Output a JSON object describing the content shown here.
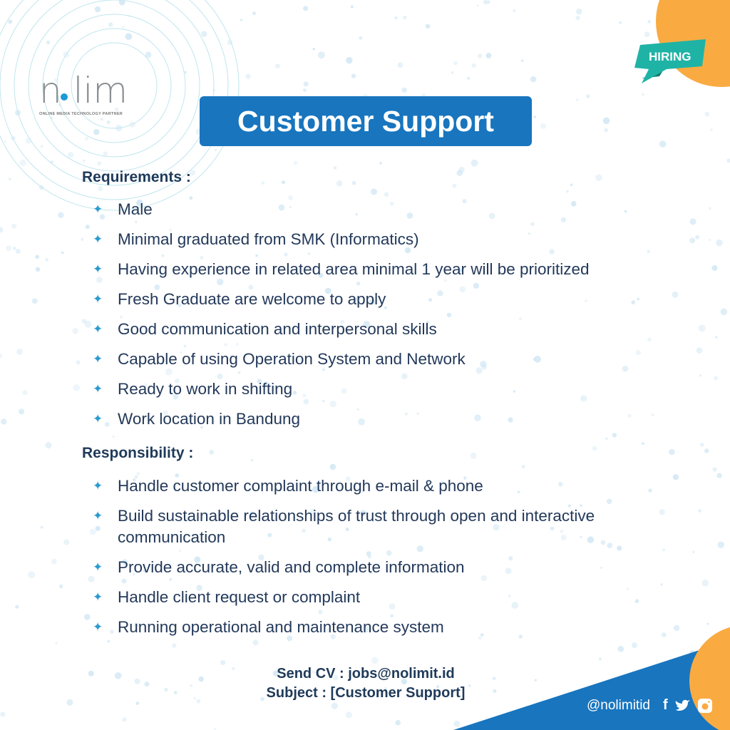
{
  "logo": {
    "word": "nolimit",
    "tagline": "ONLINE MEDIA TECHNOLOGY PARTNER"
  },
  "badge": "HIRING",
  "title": "Customer Support",
  "requirements": {
    "heading": "Requirements :",
    "items": [
      "Male",
      "Minimal graduated from SMK (Informatics)",
      "Having experience in related area minimal 1 year will be prioritized",
      "Fresh Graduate are welcome to apply",
      "Good communication and interpersonal skills",
      "Capable of using Operation System and Network",
      "Ready to work in shifting",
      "Work location in Bandung"
    ]
  },
  "responsibility": {
    "heading": "Responsibility :",
    "items": [
      "Handle customer complaint through e-mail & phone",
      "Build sustainable relationships of trust through open and interactive communication",
      "Provide accurate, valid and complete information",
      "Handle client request or complaint",
      "Running operational and maintenance system"
    ]
  },
  "apply": {
    "send": "Send CV : jobs@nolimit.id",
    "subject": "Subject : [Customer Support]"
  },
  "social": {
    "handle": "@nolimitid",
    "icons": [
      "facebook-icon",
      "twitter-icon",
      "instagram-icon"
    ]
  },
  "colors": {
    "blue": "#1875be",
    "orange": "#f9ab42",
    "teal": "#1fb3a6",
    "text": "#1f3a5a"
  }
}
